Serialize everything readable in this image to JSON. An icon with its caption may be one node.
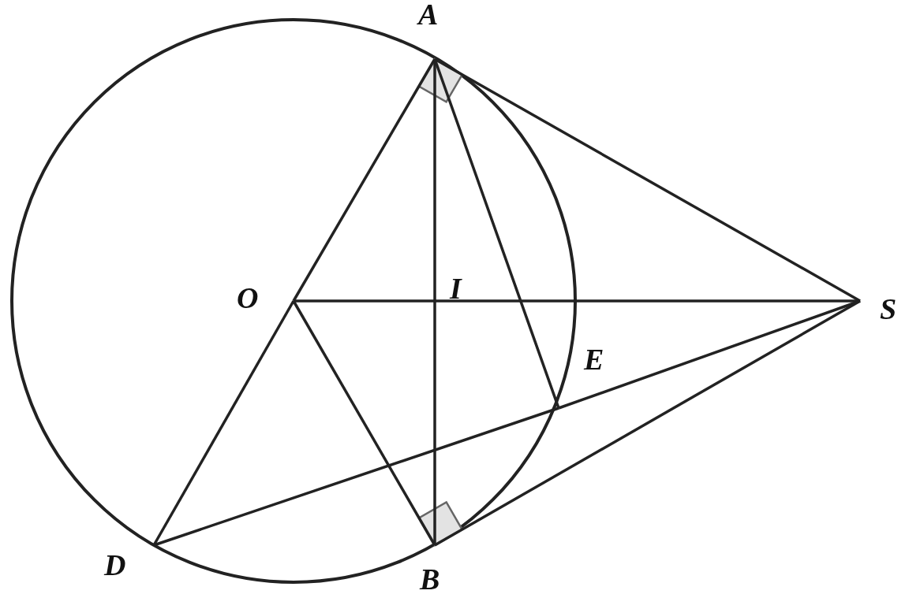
{
  "diagram": {
    "nodes": [
      {
        "text": [
          "A"
        ]
      },
      {
        "text": [
          "O"
        ]
      },
      {
        "text": [
          "I"
        ]
      },
      {
        "text": [
          "S"
        ]
      },
      {
        "text": [
          "E"
        ]
      },
      {
        "text": [
          "D"
        ]
      },
      {
        "text": [
          "B"
        ]
      }
    ],
    "edges": [
      {
        "from": 1,
        "to": 0,
        "arrow": "none"
      },
      {
        "from": 0,
        "to": 3,
        "arrow": "none"
      },
      {
        "from": 0,
        "to": 2,
        "arrow": "none"
      },
      {
        "from": 2,
        "to": 6,
        "arrow": "none"
      },
      {
        "from": 1,
        "to": 2,
        "arrow": "none"
      },
      {
        "from": 2,
        "to": 3,
        "arrow": "none"
      },
      {
        "from": 0,
        "to": 4,
        "arrow": "none"
      },
      {
        "from": 1,
        "to": 5,
        "arrow": "none"
      },
      {
        "from": 1,
        "to": 6,
        "arrow": "none"
      },
      {
        "from": 5,
        "to": 4,
        "arrow": "none"
      },
      {
        "from": 4,
        "to": 3,
        "arrow": "none"
      },
      {
        "from": 6,
        "to": 3,
        "arrow": "none"
      }
    ]
  }
}
